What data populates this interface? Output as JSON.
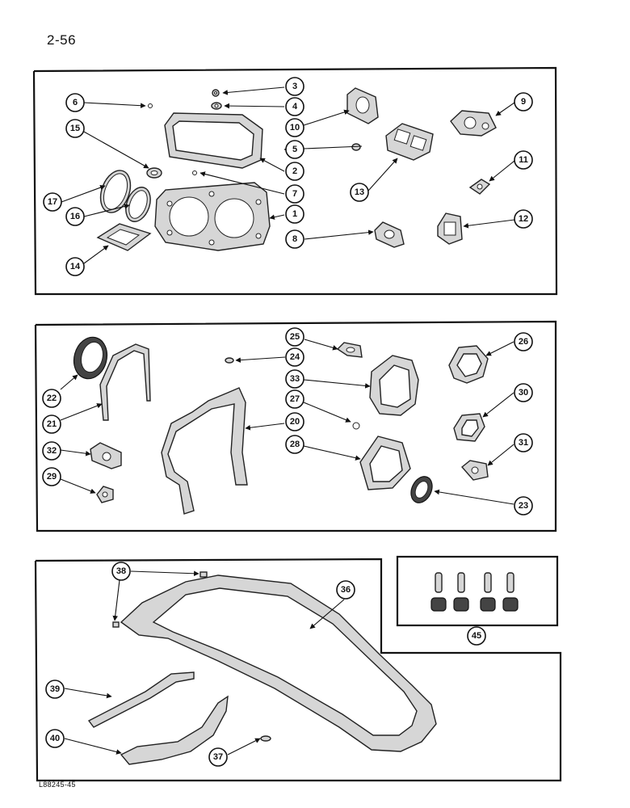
{
  "page": {
    "number": "2-56",
    "footer_code": "L88245-45"
  },
  "panels": [
    {
      "id": "top",
      "callouts": [
        "1",
        "2",
        "3",
        "4",
        "5",
        "6",
        "7",
        "8",
        "9",
        "10",
        "11",
        "12",
        "13",
        "14",
        "15",
        "16",
        "17"
      ]
    },
    {
      "id": "middle",
      "callouts": [
        "20",
        "21",
        "22",
        "23",
        "24",
        "25",
        "26",
        "27",
        "28",
        "29",
        "30",
        "31",
        "32",
        "33"
      ]
    },
    {
      "id": "bottom",
      "callouts": [
        "36",
        "37",
        "38",
        "39",
        "40",
        "45"
      ]
    }
  ]
}
